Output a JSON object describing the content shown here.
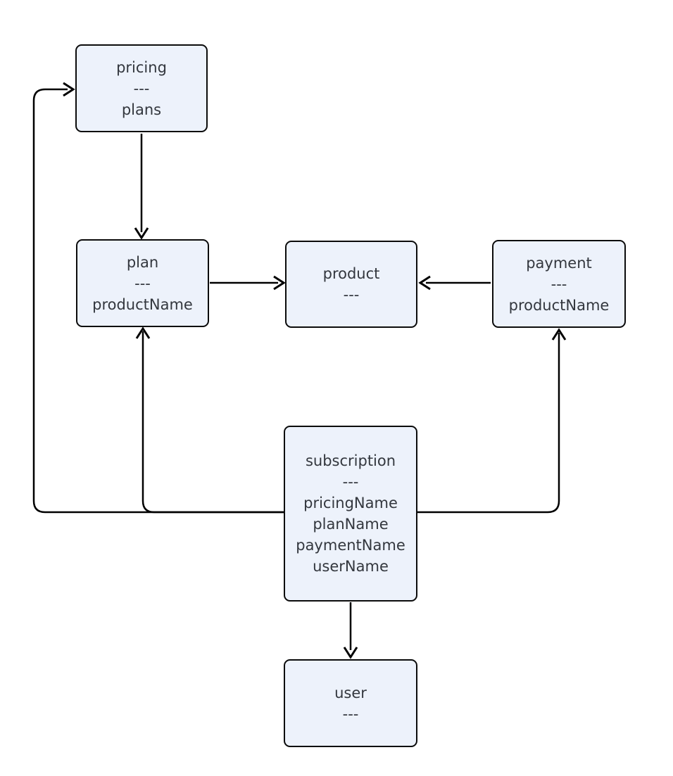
{
  "diagram": {
    "background_color": "#ffffff",
    "node_fill_color": "#edf2fb",
    "node_border_color": "#0b0b0b",
    "text_color": "#33373e",
    "edge_color": "#000000",
    "nodes": {
      "pricing": {
        "title": "pricing",
        "divider": "---",
        "fields": [
          "plans"
        ]
      },
      "plan": {
        "title": "plan",
        "divider": "---",
        "fields": [
          "productName"
        ]
      },
      "product": {
        "title": "product",
        "divider": "---",
        "fields": []
      },
      "payment": {
        "title": "payment",
        "divider": "---",
        "fields": [
          "productName"
        ]
      },
      "subscription": {
        "title": "subscription",
        "divider": "---",
        "fields": [
          "pricingName",
          "planName",
          "paymentName",
          "userName"
        ]
      },
      "user": {
        "title": "user",
        "divider": "---",
        "fields": []
      }
    },
    "edges": [
      {
        "from": "pricing",
        "to": "plan"
      },
      {
        "from": "plan",
        "to": "product"
      },
      {
        "from": "payment",
        "to": "product"
      },
      {
        "from": "subscription",
        "to": "pricing"
      },
      {
        "from": "subscription",
        "to": "plan"
      },
      {
        "from": "subscription",
        "to": "payment"
      },
      {
        "from": "subscription",
        "to": "user"
      }
    ]
  }
}
